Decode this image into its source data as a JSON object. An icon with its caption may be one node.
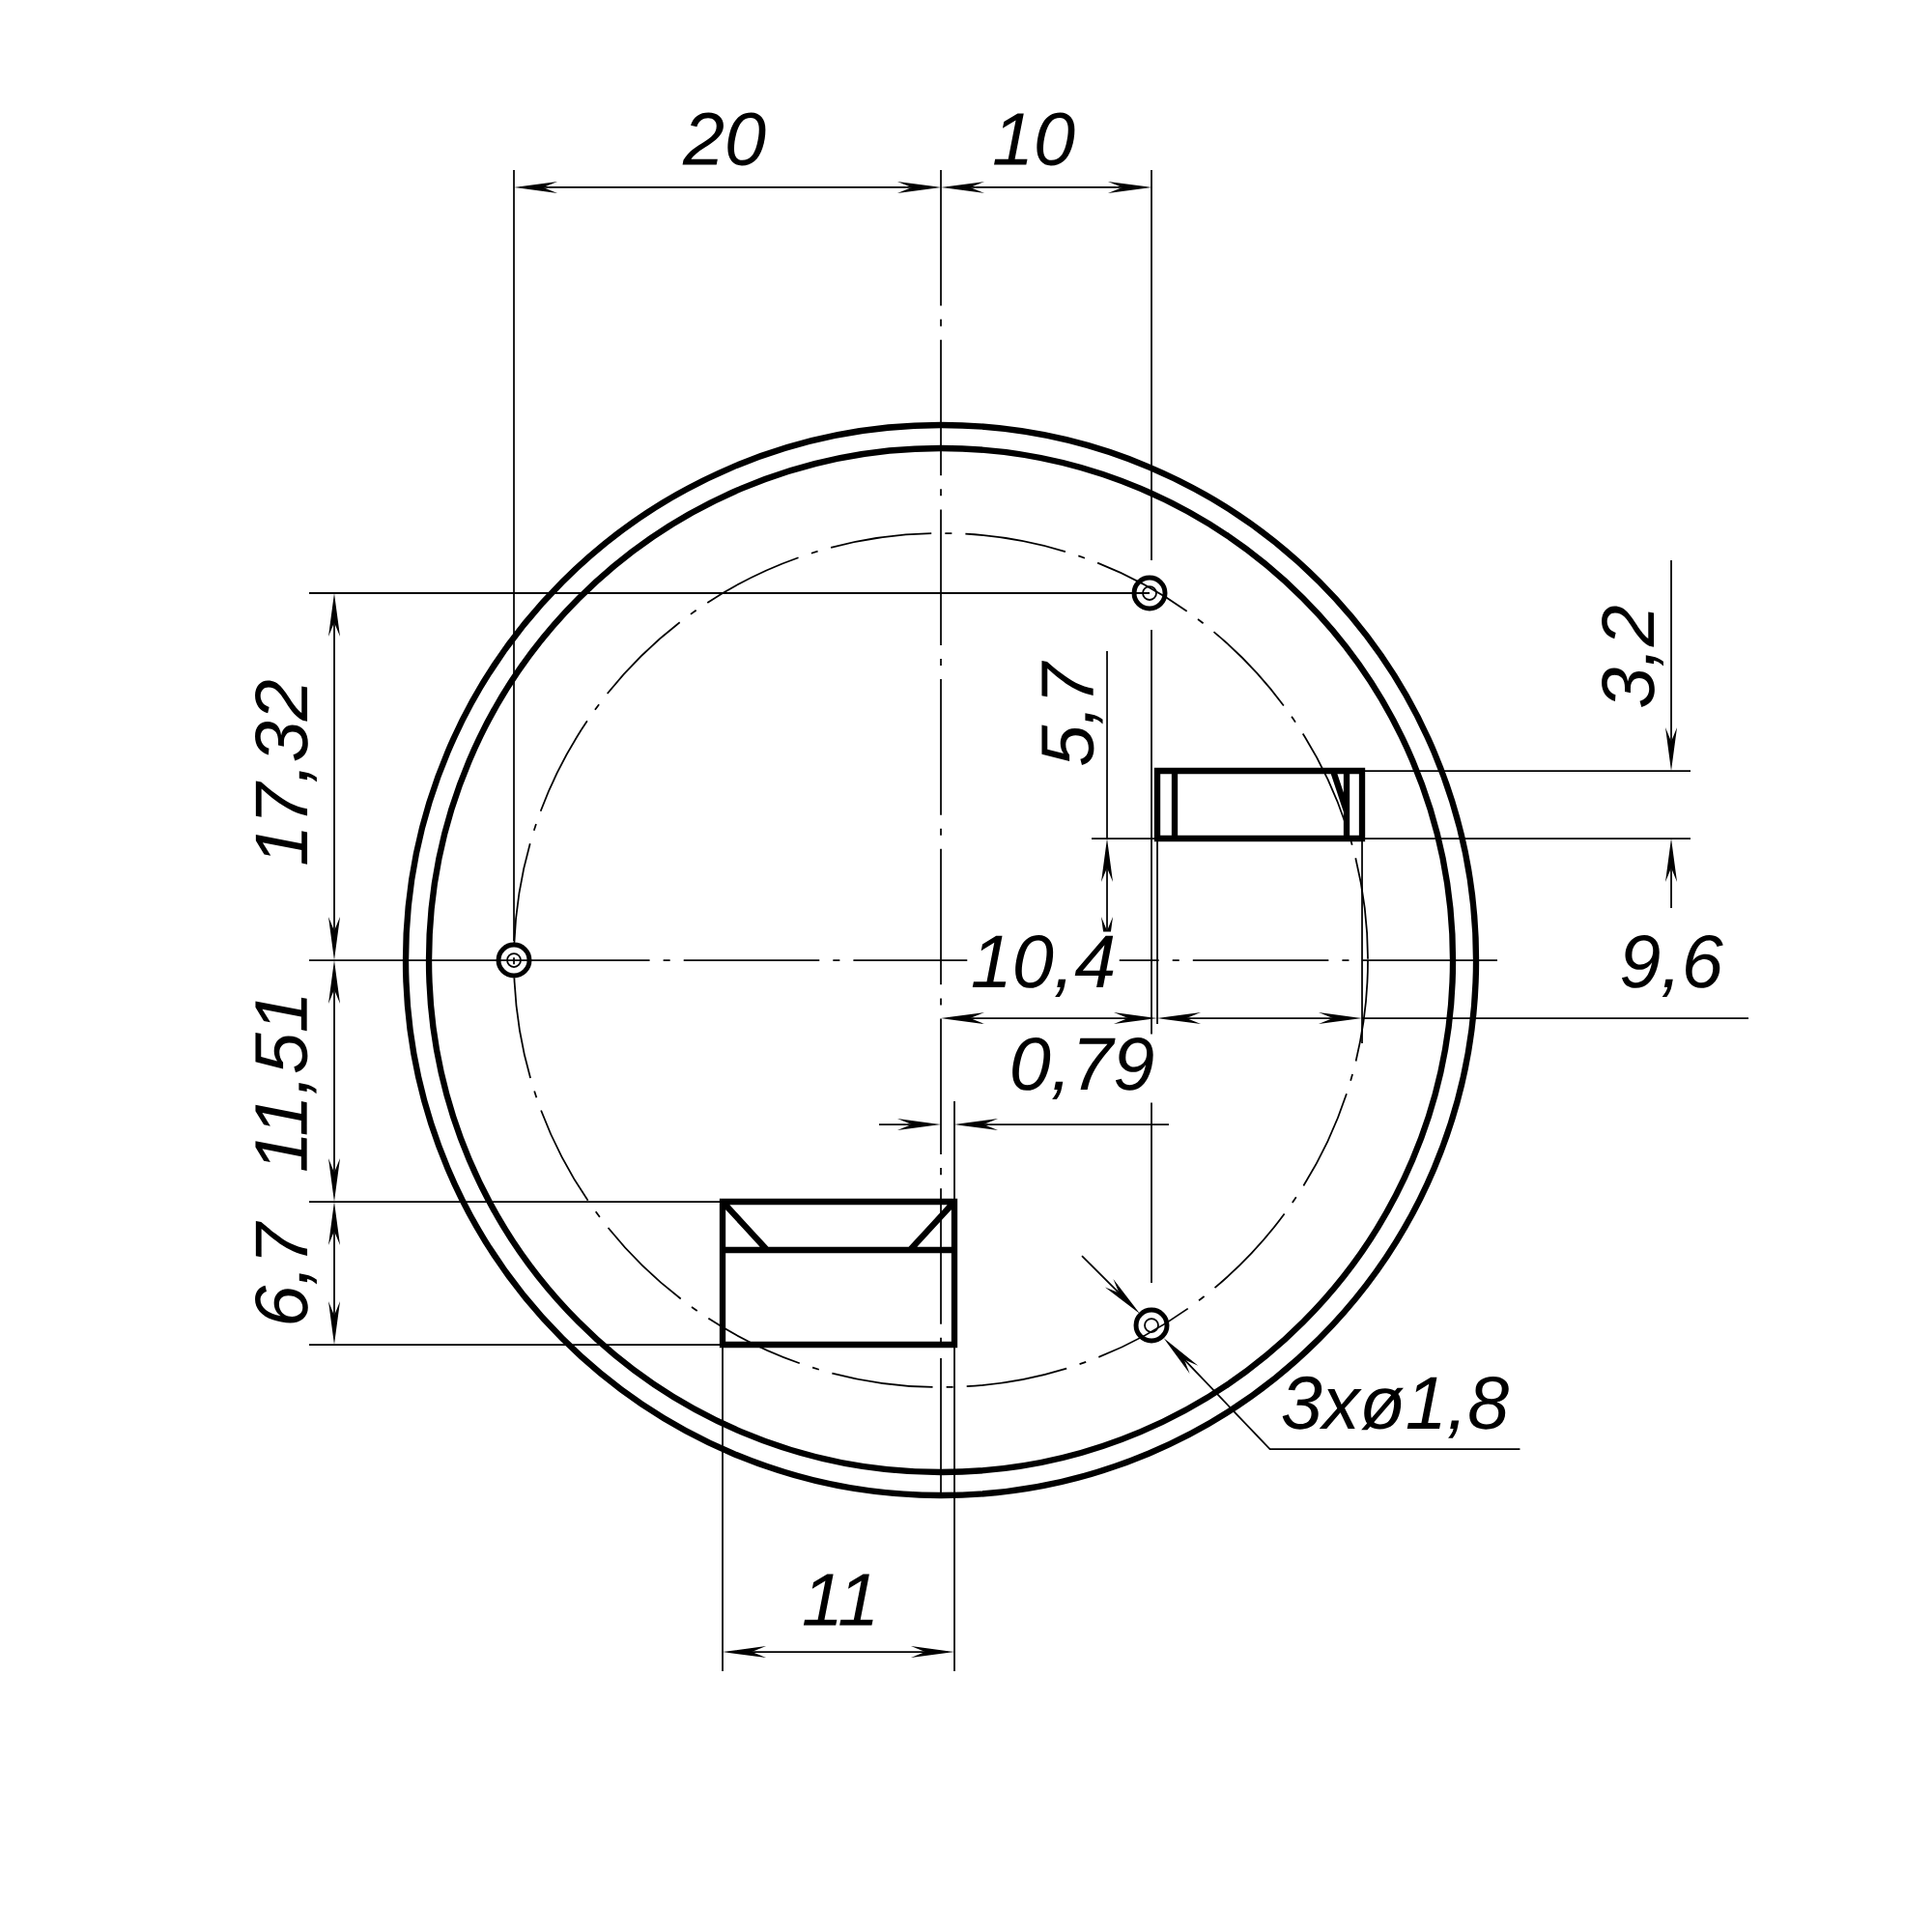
{
  "diagram": {
    "nodes": [
      {
        "text": [
          "3xø1,8"
        ]
      },
      {
        "text": [],
        "shape": "circle"
      },
      {
        "text": [],
        "shape": "circle"
      },
      {
        "text": [],
        "shape": "circle"
      }
    ],
    "edges": [
      {
        "from": 0,
        "to": 3,
        "arrow": "to"
      }
    ],
    "labels": [
      "20",
      "10",
      "17,32",
      "3,2",
      "5,7",
      "10,4",
      "9,6",
      "11,51",
      "0,79",
      "6,7",
      "11"
    ]
  }
}
